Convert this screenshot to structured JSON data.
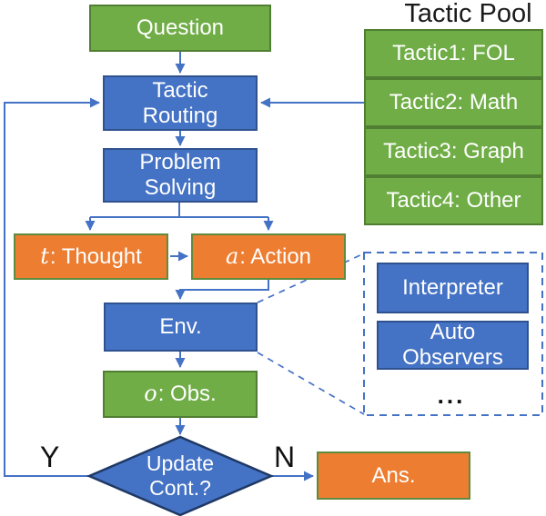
{
  "nodes": {
    "question": {
      "label": "Question"
    },
    "tactic_routing": {
      "label": "Tactic\nRouting"
    },
    "problem_solving": {
      "label": "Problem\nSolving"
    },
    "thought": {
      "prefix": "t",
      "rest": ": Thought"
    },
    "action": {
      "prefix": "a",
      "rest": ": Action"
    },
    "env": {
      "label": "Env."
    },
    "obs": {
      "prefix": "o",
      "rest": ": Obs."
    },
    "decision": {
      "label": "Update\nCont.?"
    },
    "ans": {
      "label": "Ans."
    }
  },
  "tactic_pool": {
    "title": "Tactic Pool",
    "items": [
      "Tactic1: FOL",
      "Tactic2: Math",
      "Tactic3: Graph",
      "Tactic4: Other"
    ]
  },
  "env_components": {
    "items": [
      "Interpreter",
      "Auto\nObservers"
    ],
    "more": "..."
  },
  "branch_labels": {
    "yes": "Y",
    "no": "N"
  },
  "colors": {
    "green_fill": "#70AD47",
    "green_border": "#507E32",
    "blue_fill": "#4472C4",
    "blue_border": "#2F528F",
    "orange_fill": "#ED7D31",
    "orange_border": "#5F8B3E",
    "diamond_border": "#1F3864",
    "connector": "#4472C4",
    "text_on_node": "#FFFFFF",
    "text_label": "#111111"
  }
}
